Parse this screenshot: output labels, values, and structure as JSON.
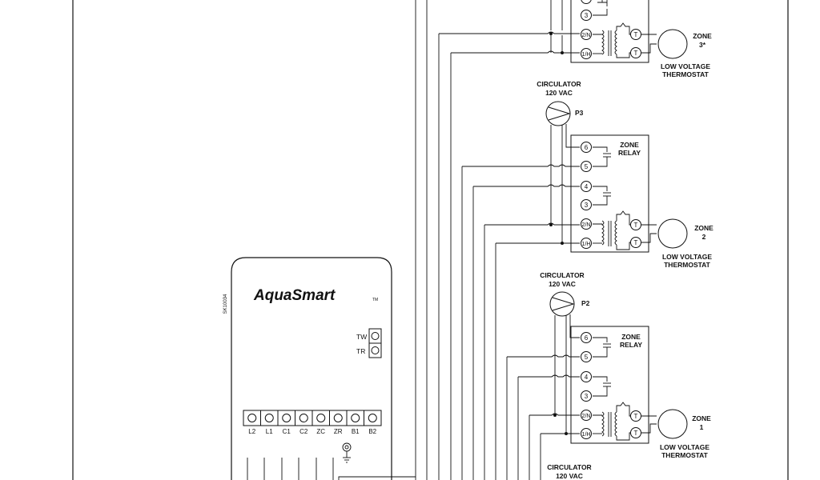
{
  "controller": {
    "brand": "AquaSmart",
    "trademark": "TM",
    "part_code": "SK10034",
    "side_terminals": [
      "TW",
      "TR"
    ],
    "bottom_terminals": [
      "L2",
      "L1",
      "C1",
      "C2",
      "ZC",
      "ZR",
      "B1",
      "B2"
    ]
  },
  "zones": [
    {
      "zone_label": "ZONE",
      "zone_number": "3*",
      "thermostat_label_1": "LOW VOLTAGE",
      "thermostat_label_2": "THERMOSTAT",
      "relay_terminals": [
        "3",
        "2/N",
        "1/H"
      ],
      "thermostat_terminals": [
        "T",
        "T"
      ]
    },
    {
      "zone_label": "ZONE",
      "zone_number": "2",
      "relay_label_1": "ZONE",
      "relay_label_2": "RELAY",
      "thermostat_label_1": "LOW VOLTAGE",
      "thermostat_label_2": "THERMOSTAT",
      "relay_terminals": [
        "6",
        "5",
        "4",
        "3",
        "2/N",
        "1/H"
      ],
      "thermostat_terminals": [
        "T",
        "T"
      ],
      "circulator_label_1": "CIRCULATOR",
      "circulator_label_2": "120 VAC",
      "pump_id": "P3"
    },
    {
      "zone_label": "ZONE",
      "zone_number": "1",
      "relay_label_1": "ZONE",
      "relay_label_2": "RELAY",
      "thermostat_label_1": "LOW VOLTAGE",
      "thermostat_label_2": "THERMOSTAT",
      "relay_terminals": [
        "6",
        "5",
        "4",
        "3",
        "2/N",
        "1/H"
      ],
      "thermostat_terminals": [
        "T",
        "T"
      ],
      "circulator_label_1": "CIRCULATOR",
      "circulator_label_2": "120 VAC",
      "pump_id": "P2"
    }
  ],
  "bottom_circulator": {
    "label_1": "CIRCULATOR",
    "label_2": "120 VAC"
  }
}
